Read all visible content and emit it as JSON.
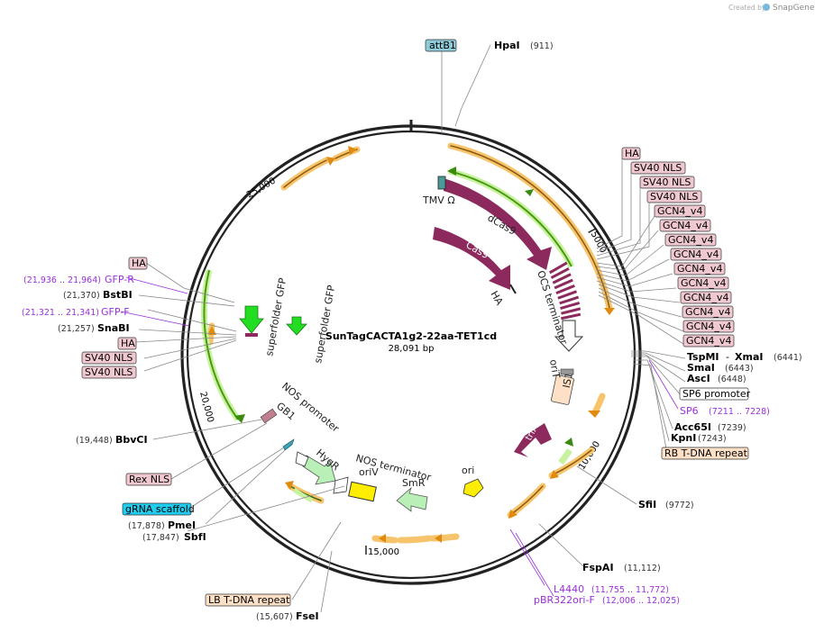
{
  "watermark": {
    "created_by": "Created by",
    "app": "SnapGene"
  },
  "plasmid": {
    "name": "SunTagCACTA1g2-22aa-TET1cd",
    "length": "28,091 bp"
  },
  "ticks": {
    "t5000": "5000",
    "t10000": "10,000",
    "t15000": "15,000",
    "t20000": "20,000",
    "t25000": "25,000"
  },
  "features": {
    "tmv": "TMV Ω",
    "dcas9": "dCas9",
    "cas9": "Cas9",
    "ha": "HA",
    "ocs": "OCS terminator",
    "oriT": "oriT",
    "is1": "IS1",
    "trfA": "trfA",
    "ori": "ori",
    "smr": "SmR",
    "nos_term": "NOS terminator",
    "oriV": "oriV",
    "hygr": "HygR",
    "nos_prom": "NOS promoter",
    "gb1": "GB1",
    "sfgfp1": "superfolder GFP",
    "sfgfp2": "superfolder GFP"
  },
  "boxes": {
    "attB1": "attB1",
    "ha_top": "HA",
    "sv40_1": "SV40 NLS",
    "sv40_2": "SV40 NLS",
    "sv40_3": "SV40 NLS",
    "gcn4": [
      "GCN4_v4",
      "GCN4_v4",
      "GCN4_v4",
      "GCN4_v4",
      "GCN4_v4",
      "GCN4_v4",
      "GCN4_v4",
      "GCN4_v4",
      "GCN4_v4",
      "GCN4_v4"
    ],
    "sp6_prom": "SP6 promoter",
    "rb": "RB T-DNA repeat",
    "ha_left1": "HA",
    "ha_left2": "HA",
    "sv40_l1": "SV40 NLS",
    "sv40_l2": "SV40 NLS",
    "rex": "Rex NLS",
    "grna": "gRNA scaffold",
    "lb": "LB T-DNA repeat"
  },
  "sites": {
    "hpai": {
      "name": "HpaI",
      "pos": "(911)"
    },
    "tspmi": {
      "name": "TspMI",
      "sep": "- ",
      "name2": "XmaI",
      "pos": "(6441)"
    },
    "smai": {
      "name": "SmaI",
      "pos": "(6443)"
    },
    "asci": {
      "name": "AscI",
      "pos": "(6448)"
    },
    "acc65i": {
      "name": "Acc65I",
      "pos": "(7239)"
    },
    "kpni": {
      "name": "KpnI",
      "pos": "(7243)"
    },
    "sfii": {
      "name": "SfiI",
      "pos": "(9772)"
    },
    "fspai": {
      "name": "FspAI",
      "pos": "(11,112)"
    },
    "fsei": {
      "name": "FseI",
      "pos": "(15,607)"
    },
    "pmei": {
      "name": "PmeI",
      "pos": "(17,878)"
    },
    "sbfi": {
      "name": "SbfI",
      "pos": "(17,847)"
    },
    "bbvci": {
      "name": "BbvCI",
      "pos": "(19,448)"
    },
    "bstbi": {
      "name": "BstBI",
      "pos": "(21,370)"
    },
    "snabi": {
      "name": "SnaBI",
      "pos": "(21,257)"
    }
  },
  "primers": {
    "sp6": {
      "name": "SP6",
      "pos": "(7211 .. 7228)"
    },
    "gfpr": {
      "name": "GFP-R",
      "pos": "(21,936 .. 21,964)"
    },
    "gfpf": {
      "name": "GFP-F",
      "pos": "(21,321 .. 21,341)"
    },
    "l4440": {
      "name": "L4440",
      "pos": "(11,755 .. 11,772)"
    },
    "pbr": {
      "name": "pBR322ori-F",
      "pos": "(12,006 .. 12,025)"
    }
  },
  "colors": {
    "cas9": "#8c2a5e",
    "gfp": "#22dd22",
    "orange": "#f0a830",
    "yellow": "#ffee00",
    "lightgreen": "#b8f0b8",
    "purple": "#9b30d9"
  }
}
